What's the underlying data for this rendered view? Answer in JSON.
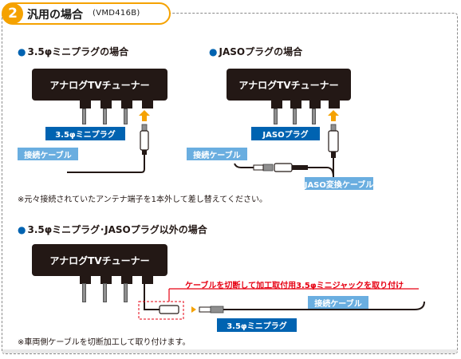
{
  "section": {
    "number": "2",
    "title": "汎用の場合",
    "model": "(VMD416B)"
  },
  "sections": [
    {
      "heading": "3.5φミニプラグの場合"
    },
    {
      "heading": "JASOプラグの場合"
    },
    {
      "heading": "3.5φミニプラグ･JASOプラグ以外の場合"
    }
  ],
  "device_label": "アナログTVチューナー",
  "labels": {
    "mini_plug": "3.5φミニプラグ",
    "jaso_plug": "JASOプラグ",
    "cable": "接続ケーブル",
    "jaso_adapter": "JASO変換ケーブル",
    "cut_instruction": "ケーブルを切断して加工取付用3.5φミニジャックを取り付け"
  },
  "notes": {
    "note1": "※元々接続されていたアンテナ端子を1本外して差し替えてください。",
    "note2": "※車両側ケーブルを切断加工して取り付けます。"
  },
  "colors": {
    "accent": "#f5a200",
    "blue": "#0063b1",
    "sky": "#6aaee0",
    "red": "#e60012",
    "dark": "#231815"
  },
  "icons": {
    "badge": "circle-number",
    "arrow": "orange-up-arrow"
  }
}
